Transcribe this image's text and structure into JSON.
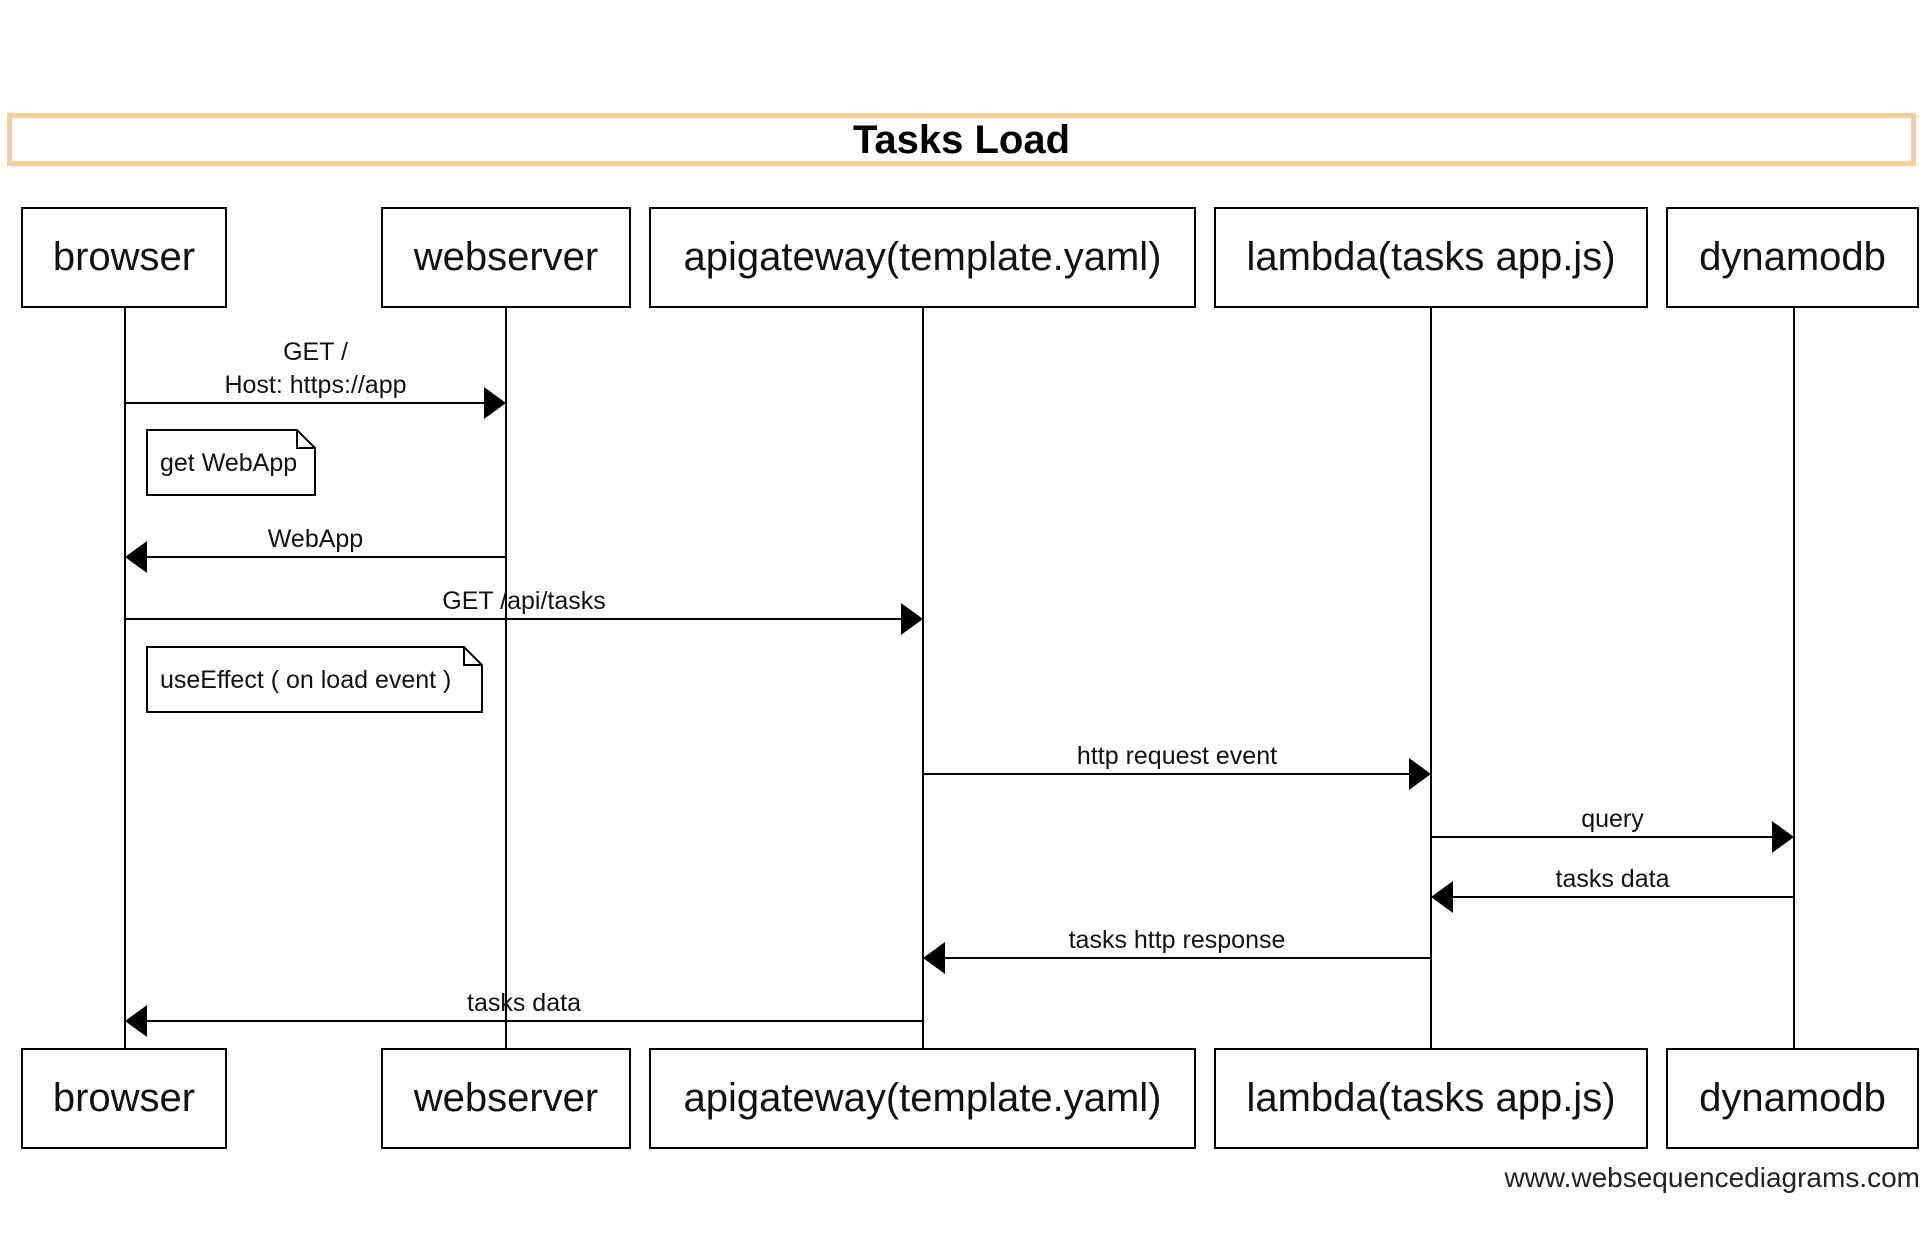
{
  "title": "Tasks Load",
  "participants": [
    {
      "id": "browser",
      "label": "browser"
    },
    {
      "id": "webserver",
      "label": "webserver"
    },
    {
      "id": "apigateway",
      "label": "apigateway(template.yaml)"
    },
    {
      "id": "lambda",
      "label": "lambda(tasks app.js)"
    },
    {
      "id": "dynamodb",
      "label": "dynamodb"
    }
  ],
  "messages": [
    {
      "from": "browser",
      "to": "webserver",
      "lines": [
        "GET /",
        "Host: https://app"
      ]
    },
    {
      "from": "webserver",
      "to": "browser",
      "lines": [
        "WebApp"
      ]
    },
    {
      "from": "browser",
      "to": "apigateway",
      "lines": [
        "GET /api/tasks"
      ]
    },
    {
      "from": "apigateway",
      "to": "lambda",
      "lines": [
        "http request event"
      ]
    },
    {
      "from": "lambda",
      "to": "dynamodb",
      "lines": [
        "query"
      ]
    },
    {
      "from": "dynamodb",
      "to": "lambda",
      "lines": [
        "tasks data"
      ]
    },
    {
      "from": "lambda",
      "to": "apigateway",
      "lines": [
        "tasks http response"
      ]
    },
    {
      "from": "apigateway",
      "to": "browser",
      "lines": [
        "tasks data"
      ]
    }
  ],
  "notes": [
    {
      "over": "browser",
      "text": "get WebApp"
    },
    {
      "over": "browser",
      "text": "useEffect ( on load event )"
    }
  ],
  "watermark": "www.websequencediagrams.com",
  "colors": {
    "title_border": "#f6cd92",
    "line": "#000000",
    "box_fill": "#ffffff"
  }
}
